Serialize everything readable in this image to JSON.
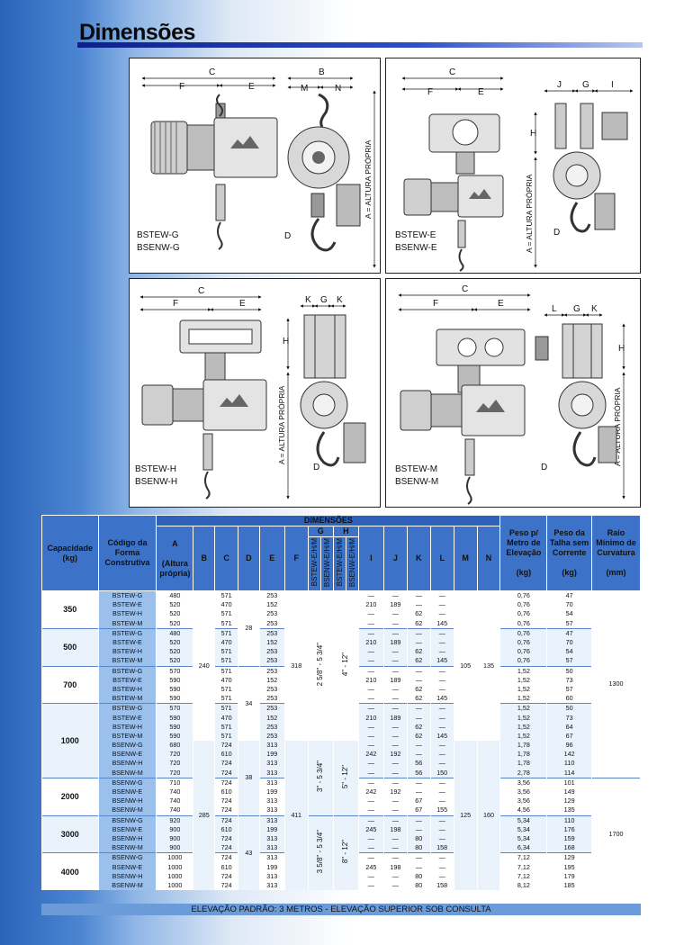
{
  "page": {
    "title": "Dimensões",
    "footer": "ELEVAÇÃO PADRÃO: 3 METROS - ELEVAÇÃO SUPERIOR SOB CONSULTA"
  },
  "panels": [
    {
      "labels": [
        "BSTEW-G",
        "BSENW-G"
      ],
      "dims": {
        "C": "C",
        "F": "F",
        "E": "E",
        "B": "B",
        "M": "M",
        "N": "N",
        "A": "A = ALTURA PRÓPRIA",
        "D": "D"
      }
    },
    {
      "labels": [
        "BSTEW-E",
        "BSENW-E"
      ],
      "dims": {
        "C": "C",
        "F": "F",
        "E": "E",
        "J": "J",
        "G": "G",
        "I": "I",
        "H": "H",
        "A": "A = ALTURA PRÓPRIA",
        "D": "D"
      }
    },
    {
      "labels": [
        "BSTEW-H",
        "BSENW-H"
      ],
      "dims": {
        "C": "C",
        "F": "F",
        "E": "E",
        "K": "K",
        "G": "G",
        "K2": "K",
        "H": "H",
        "A": "A = ALTURA PRÓPRIA",
        "D": "D"
      }
    },
    {
      "labels": [
        "BSTEW-M",
        "BSENW-M"
      ],
      "dims": {
        "C": "C",
        "F": "F",
        "E": "E",
        "L": "L",
        "G": "G",
        "K": "K",
        "H": "H",
        "A": "A = ALTURA PRÓPRIA",
        "D": "D"
      }
    }
  ],
  "table": {
    "headers": {
      "capacidade": "Capacidade (kg)",
      "codigo": "Código da Forma Construtiva",
      "dimensoes": "DIMENSÕES",
      "A": "A",
      "A_sub": "(Altura própria)",
      "B": "B",
      "C": "C",
      "D": "D",
      "E": "E",
      "F": "F",
      "G": "G",
      "H": "H",
      "G1": "BSTEW-E/H/M",
      "G2": "BSENW-E/H/M",
      "H1": "BSTEW-E/H/M",
      "H2": "BSENW-E/H/M",
      "I": "I",
      "J": "J",
      "K": "K",
      "L": "L",
      "M": "M",
      "N": "N",
      "peso_metro": "Peso p/ Metro de Elevação",
      "peso_metro_unit": "(kg)",
      "peso_talha": "Peso da Talha sem Corrente",
      "peso_talha_unit": "(kg)",
      "raio": "Raio Mínimo de Curvatura",
      "raio_unit": "(mm)"
    },
    "spans": {
      "B1": "240",
      "B2": "285",
      "D1": "28",
      "D2": "34",
      "D3": "38",
      "D4": "43",
      "F1": "318",
      "F2": "411",
      "G1": "2 5/8\" - 5 3/4\"",
      "G2": "3\" - 5 3/4\"",
      "G3": "3 5/8\" - 5 3/4\"",
      "H1": "4\" - 12\"",
      "H2": "5\" - 12\"",
      "H3": "8\" - 12\"",
      "M1": "105",
      "M2": "125",
      "N1": "135",
      "N2": "160",
      "R1": "1300",
      "R2": "1700"
    },
    "groups": [
      {
        "cap": "350",
        "rows": [
          {
            "code": "BSTEW-G",
            "A": "480",
            "C": "571",
            "E": "253",
            "I": "—",
            "J": "—",
            "K": "—",
            "L": "—",
            "pm": "0,76",
            "pt": "47"
          },
          {
            "code": "BSTEW-E",
            "A": "520",
            "C": "470",
            "E": "152",
            "I": "210",
            "J": "189",
            "K": "—",
            "L": "—",
            "pm": "0,76",
            "pt": "70"
          },
          {
            "code": "BSTEW-H",
            "A": "520",
            "C": "571",
            "E": "253",
            "I": "—",
            "J": "—",
            "K": "62",
            "L": "—",
            "pm": "0,76",
            "pt": "54"
          },
          {
            "code": "BSTEW-M",
            "A": "520",
            "C": "571",
            "E": "253",
            "I": "—",
            "J": "—",
            "K": "62",
            "L": "145",
            "pm": "0,76",
            "pt": "57"
          }
        ]
      },
      {
        "cap": "500",
        "rows": [
          {
            "code": "BSTEW-G",
            "A": "480",
            "C": "571",
            "E": "253",
            "I": "—",
            "J": "—",
            "K": "—",
            "L": "—",
            "pm": "0,76",
            "pt": "47"
          },
          {
            "code": "BSTEW-E",
            "A": "520",
            "C": "470",
            "E": "152",
            "I": "210",
            "J": "189",
            "K": "—",
            "L": "—",
            "pm": "0,76",
            "pt": "70"
          },
          {
            "code": "BSTEW-H",
            "A": "520",
            "C": "571",
            "E": "253",
            "I": "—",
            "J": "—",
            "K": "62",
            "L": "—",
            "pm": "0,76",
            "pt": "54"
          },
          {
            "code": "BSTEW-M",
            "A": "520",
            "C": "571",
            "E": "253",
            "I": "—",
            "J": "—",
            "K": "62",
            "L": "145",
            "pm": "0,76",
            "pt": "57"
          }
        ]
      },
      {
        "cap": "700",
        "rows": [
          {
            "code": "BSTEW-G",
            "A": "570",
            "C": "571",
            "E": "253",
            "I": "—",
            "J": "—",
            "K": "—",
            "L": "—",
            "pm": "1,52",
            "pt": "50"
          },
          {
            "code": "BSTEW-E",
            "A": "590",
            "C": "470",
            "E": "152",
            "I": "210",
            "J": "189",
            "K": "—",
            "L": "—",
            "pm": "1,52",
            "pt": "73"
          },
          {
            "code": "BSTEW-H",
            "A": "590",
            "C": "571",
            "E": "253",
            "I": "—",
            "J": "—",
            "K": "62",
            "L": "—",
            "pm": "1,52",
            "pt": "57"
          },
          {
            "code": "BSTEW-M",
            "A": "590",
            "C": "571",
            "E": "253",
            "I": "—",
            "J": "—",
            "K": "62",
            "L": "145",
            "pm": "1,52",
            "pt": "60"
          }
        ]
      },
      {
        "cap": "1000",
        "rows": [
          {
            "code": "BSTEW-G",
            "A": "570",
            "C": "571",
            "E": "253",
            "I": "—",
            "J": "—",
            "K": "—",
            "L": "—",
            "pm": "1,52",
            "pt": "50"
          },
          {
            "code": "BSTEW-E",
            "A": "590",
            "C": "470",
            "E": "152",
            "I": "210",
            "J": "189",
            "K": "—",
            "L": "—",
            "pm": "1,52",
            "pt": "73"
          },
          {
            "code": "BSTEW-H",
            "A": "590",
            "C": "571",
            "E": "253",
            "I": "—",
            "J": "—",
            "K": "62",
            "L": "—",
            "pm": "1,52",
            "pt": "64"
          },
          {
            "code": "BSTEW-M",
            "A": "590",
            "C": "571",
            "E": "253",
            "I": "—",
            "J": "—",
            "K": "62",
            "L": "145",
            "pm": "1,52",
            "pt": "67"
          },
          {
            "code": "BSENW-G",
            "A": "680",
            "C": "724",
            "E": "313",
            "I": "—",
            "J": "—",
            "K": "—",
            "L": "—",
            "pm": "1,78",
            "pt": "96"
          },
          {
            "code": "BSENW-E",
            "A": "720",
            "C": "610",
            "E": "199",
            "I": "242",
            "J": "192",
            "K": "—",
            "L": "—",
            "pm": "1,78",
            "pt": "142"
          },
          {
            "code": "BSENW-H",
            "A": "720",
            "C": "724",
            "E": "313",
            "I": "—",
            "J": "—",
            "K": "56",
            "L": "—",
            "pm": "1,78",
            "pt": "110"
          },
          {
            "code": "BSENW-M",
            "A": "720",
            "C": "724",
            "E": "313",
            "I": "—",
            "J": "—",
            "K": "56",
            "L": "150",
            "pm": "2,78",
            "pt": "114"
          }
        ]
      },
      {
        "cap": "2000",
        "rows": [
          {
            "code": "BSENW-G",
            "A": "710",
            "C": "724",
            "E": "313",
            "I": "—",
            "J": "—",
            "K": "—",
            "L": "—",
            "pm": "3,56",
            "pt": "101"
          },
          {
            "code": "BSENW-E",
            "A": "740",
            "C": "610",
            "E": "199",
            "I": "242",
            "J": "192",
            "K": "—",
            "L": "—",
            "pm": "3,56",
            "pt": "149"
          },
          {
            "code": "BSENW-H",
            "A": "740",
            "C": "724",
            "E": "313",
            "I": "—",
            "J": "—",
            "K": "67",
            "L": "—",
            "pm": "3,56",
            "pt": "129"
          },
          {
            "code": "BSENW-M",
            "A": "740",
            "C": "724",
            "E": "313",
            "I": "—",
            "J": "—",
            "K": "67",
            "L": "155",
            "pm": "4,56",
            "pt": "135"
          }
        ]
      },
      {
        "cap": "3000",
        "rows": [
          {
            "code": "BSENW-G",
            "A": "920",
            "C": "724",
            "E": "313",
            "I": "—",
            "J": "—",
            "K": "—",
            "L": "—",
            "pm": "5,34",
            "pt": "110"
          },
          {
            "code": "BSENW-E",
            "A": "900",
            "C": "610",
            "E": "199",
            "I": "245",
            "J": "198",
            "K": "—",
            "L": "—",
            "pm": "5,34",
            "pt": "176"
          },
          {
            "code": "BSENW-H",
            "A": "900",
            "C": "724",
            "E": "313",
            "I": "—",
            "J": "—",
            "K": "80",
            "L": "—",
            "pm": "5,34",
            "pt": "159"
          },
          {
            "code": "BSENW-M",
            "A": "900",
            "C": "724",
            "E": "313",
            "I": "—",
            "J": "—",
            "K": "80",
            "L": "158",
            "pm": "6,34",
            "pt": "168"
          }
        ]
      },
      {
        "cap": "4000",
        "rows": [
          {
            "code": "BSENW-G",
            "A": "1000",
            "C": "724",
            "E": "313",
            "I": "—",
            "J": "—",
            "K": "—",
            "L": "—",
            "pm": "7,12",
            "pt": "129"
          },
          {
            "code": "BSENW-E",
            "A": "1000",
            "C": "610",
            "E": "199",
            "I": "245",
            "J": "198",
            "K": "—",
            "L": "—",
            "pm": "7,12",
            "pt": "195"
          },
          {
            "code": "BSENW-H",
            "A": "1000",
            "C": "724",
            "E": "313",
            "I": "—",
            "J": "—",
            "K": "80",
            "L": "—",
            "pm": "7,12",
            "pt": "179"
          },
          {
            "code": "BSENW-M",
            "A": "1000",
            "C": "724",
            "E": "313",
            "I": "—",
            "J": "—",
            "K": "80",
            "L": "158",
            "pm": "8,12",
            "pt": "185"
          }
        ]
      }
    ]
  }
}
